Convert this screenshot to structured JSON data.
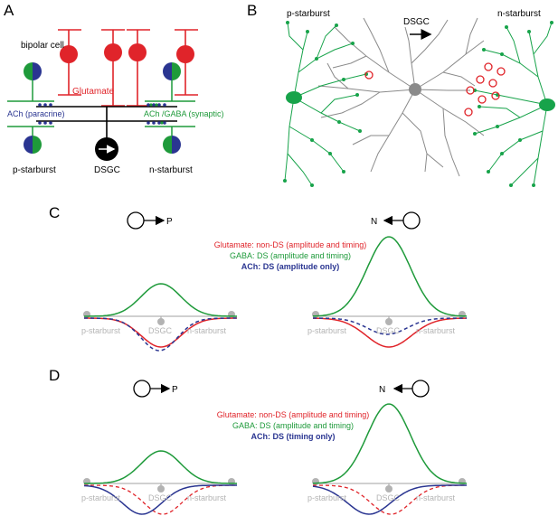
{
  "colors": {
    "glutamate": "#e0242a",
    "gaba": "#1e9a3a",
    "ach": "#2a3591",
    "starburst": "#17a34a",
    "dsgc": "#8a8a8a",
    "faded": "#b3b3b3",
    "black": "#000000"
  },
  "panels": {
    "a": {
      "letter": "A",
      "bipolar": "bipolar cell",
      "glutamate": "Glutamate",
      "ach_paracrine": "ACh (paracrine)",
      "ach_gaba": "ACh /GABA (synaptic)",
      "p_starburst": "p-starburst",
      "n_starburst": "n-starburst",
      "dsgc": "DSGC"
    },
    "b": {
      "letter": "B",
      "p_starburst": "p-starburst",
      "dsgc": "DSGC",
      "n_starburst": "n-starburst"
    },
    "c": {
      "letter": "C",
      "left_dir": "P",
      "right_dir": "N",
      "legend": {
        "glutamate": "Glutamate: non-DS (amplitude and timing)",
        "gaba": "GABA: DS (amplitude and timing)",
        "ach": "ACh: DS (amplitude only)"
      },
      "p_starburst": "p-starburst",
      "n_starburst": "n-starburst",
      "dsgc": "DSGC"
    },
    "d": {
      "letter": "D",
      "left_dir": "P",
      "right_dir": "N",
      "legend": {
        "glutamate": "Glutamate: non-DS (amplitude and timing)",
        "gaba": "GABA: DS (amplitude and timing)",
        "ach": "ACh: DS (timing only)"
      },
      "p_starburst": "p-starburst",
      "n_starburst": "n-starburst",
      "dsgc": "DSGC"
    }
  }
}
